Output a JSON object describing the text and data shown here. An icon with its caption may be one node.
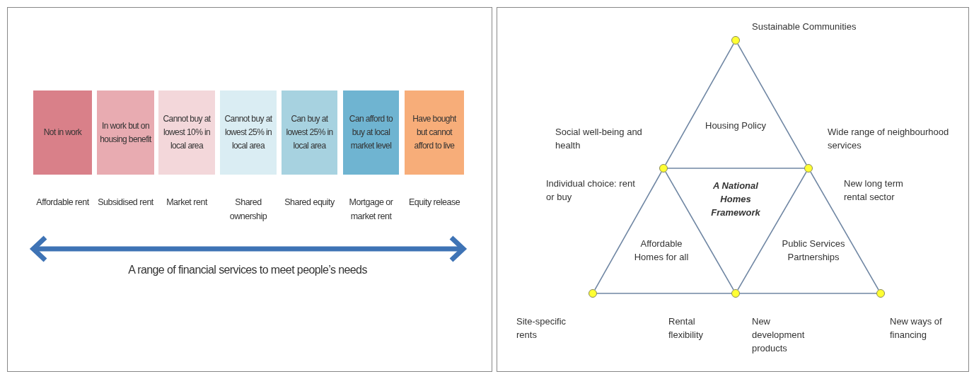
{
  "diagram": {
    "nodes": [
      {
        "text": [
          "Not in work"
        ]
      },
      {
        "text": [
          "In work but on housing benefit"
        ]
      },
      {
        "text": [
          "Cannot buy at lowest 10% in local area"
        ]
      },
      {
        "text": [
          "Cannot buy at lowest 25% in local area"
        ]
      },
      {
        "text": [
          "Can buy at lowest 25% in local area"
        ]
      },
      {
        "text": [
          "Can afford to buy at local market level"
        ]
      },
      {
        "text": [
          "Have bought but cannot afford to live"
        ]
      },
      {
        "text": [],
        "shape": "circle",
        "beside": [
          "Sustainable Communities"
        ]
      },
      {
        "text": [],
        "shape": "circle",
        "beside": [
          "Social well-being and health",
          "Individual choice: rent or buy"
        ]
      },
      {
        "text": [],
        "shape": "circle",
        "beside": [
          "Wide range of neighbourhood services",
          "New long term rental sector"
        ]
      },
      {
        "text": [],
        "shape": "circle",
        "beside": [
          "Site-specific rents"
        ]
      },
      {
        "text": [],
        "shape": "circle",
        "beside": [
          "Rental flexibility",
          "New development products"
        ]
      },
      {
        "text": [],
        "shape": "circle",
        "beside": [
          "New ways of financing"
        ]
      }
    ],
    "edges": [
      {
        "from": 7,
        "to": 8,
        "arrow": "none"
      },
      {
        "from": 7,
        "to": 9,
        "arrow": "none"
      },
      {
        "from": 8,
        "to": 9,
        "arrow": "none"
      },
      {
        "from": 8,
        "to": 10,
        "arrow": "none"
      },
      {
        "from": 8,
        "to": 11,
        "arrow": "none"
      },
      {
        "from": 9,
        "to": 11,
        "arrow": "none"
      },
      {
        "from": 9,
        "to": 12,
        "arrow": "none"
      },
      {
        "from": 10,
        "to": 11,
        "arrow": "none"
      },
      {
        "from": 11,
        "to": 12,
        "arrow": "none"
      }
    ],
    "labels": [
      "Affordable rent",
      "Subsidised rent",
      "Market rent",
      "Shared ownership",
      "Shared equity",
      "Mortgage or market rent",
      "Equity release",
      "A range of financial services to meet people’s needs",
      "Housing Policy",
      "A National Homes Framework",
      "Affordable Homes for all",
      "Public Services Partnerships"
    ]
  }
}
